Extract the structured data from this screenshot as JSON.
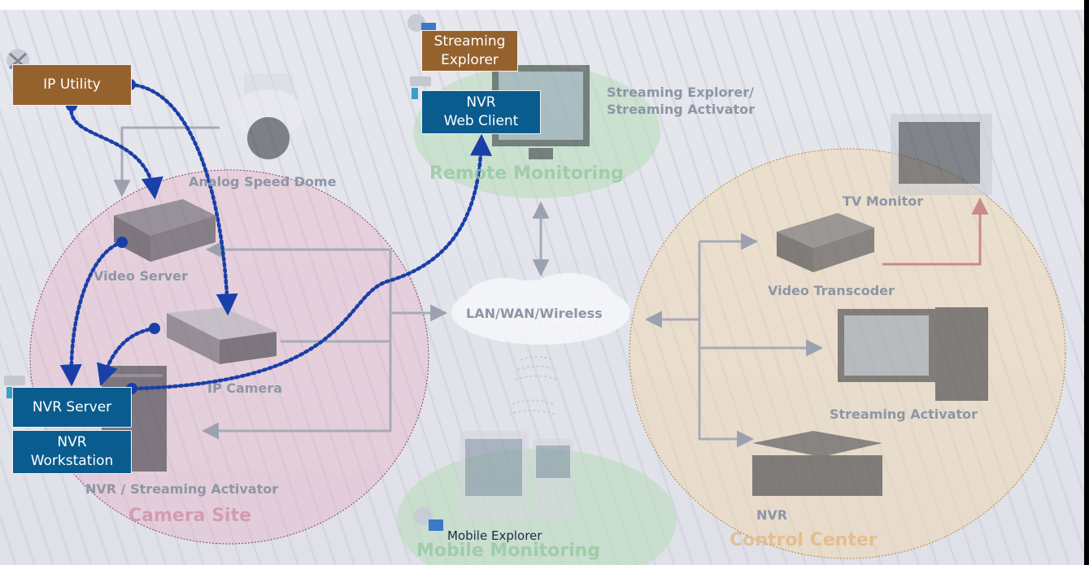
{
  "labels": {
    "analog_speed_dome": "Analog Speed Dome",
    "video_server": "Video Server",
    "ip_camera": "IP Camera",
    "nvr_streaming_activator": "NVR / Streaming Activator",
    "camera_site": "Camera Site",
    "streaming_explorer_activator_line1": "Streaming Explorer/",
    "streaming_explorer_activator_line2": "Streaming Activator",
    "remote_monitoring": "Remote Monitoring",
    "lan_wan_wireless": "LAN/WAN/Wireless",
    "mobile_explorer": "Mobile Explorer",
    "mobile_monitoring": "Mobile Monitoring",
    "tv_monitor": "TV Monitor",
    "video_transcoder": "Video Transcoder",
    "streaming_activator": "Streaming  Activator",
    "nvr": "NVR",
    "control_center": "Control Center"
  },
  "boxes": {
    "ip_utility": "IP Utility",
    "streaming_explorer_line1": "Streaming",
    "streaming_explorer_line2": "Explorer",
    "nvr_web_client_line1": "NVR",
    "nvr_web_client_line2": "Web Client",
    "nvr_server": "NVR Server",
    "nvr_workstation_line1": "NVR",
    "nvr_workstation_line2": "Workstation"
  },
  "icons": [
    "satellite-icon",
    "storage-drive-icon",
    "speed-dome-camera-icon",
    "monitor-icon",
    "tv-monitor-icon",
    "pda-icon",
    "ip-camera-icon",
    "video-server-icon",
    "server-tower-icon"
  ],
  "colors": {
    "brown_box": "#95622e",
    "blue_box": "#0b5c8e",
    "dotted_link": "#1a3fa8",
    "camera_site_zone": "#e8a9c0",
    "remote_zone": "#b6dcb8",
    "control_zone": "#f1d4a8"
  }
}
